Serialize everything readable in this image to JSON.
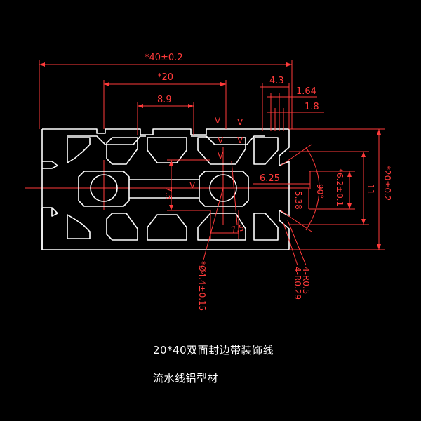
{
  "drawing": {
    "dimensions": {
      "overall_width": "*40±0.2",
      "center_pitch": "*20",
      "slot_width": "8.9",
      "lip_43": "4.3",
      "lip_164": "1.64",
      "lip_18": "1.8",
      "core_75_left": "7.5",
      "core_75_bottom": "7.5",
      "groove_625": "6.25",
      "groove_538": "5.38",
      "angle": "90°",
      "groove_62": "*6.2±0.1",
      "inner_11": "11",
      "overall_height": "*20±0.2",
      "bore": "*Ø4.4±0.15",
      "r029": "4-R0.29",
      "r05": "4-R0.5",
      "v_mark": "V"
    },
    "caption_line1": "20*40双面封边带装饰线",
    "caption_line2": "流水线铝型材"
  },
  "colors": {
    "background": "#000000",
    "profile": "#ffffff",
    "dimension": "#ff3a3a"
  }
}
